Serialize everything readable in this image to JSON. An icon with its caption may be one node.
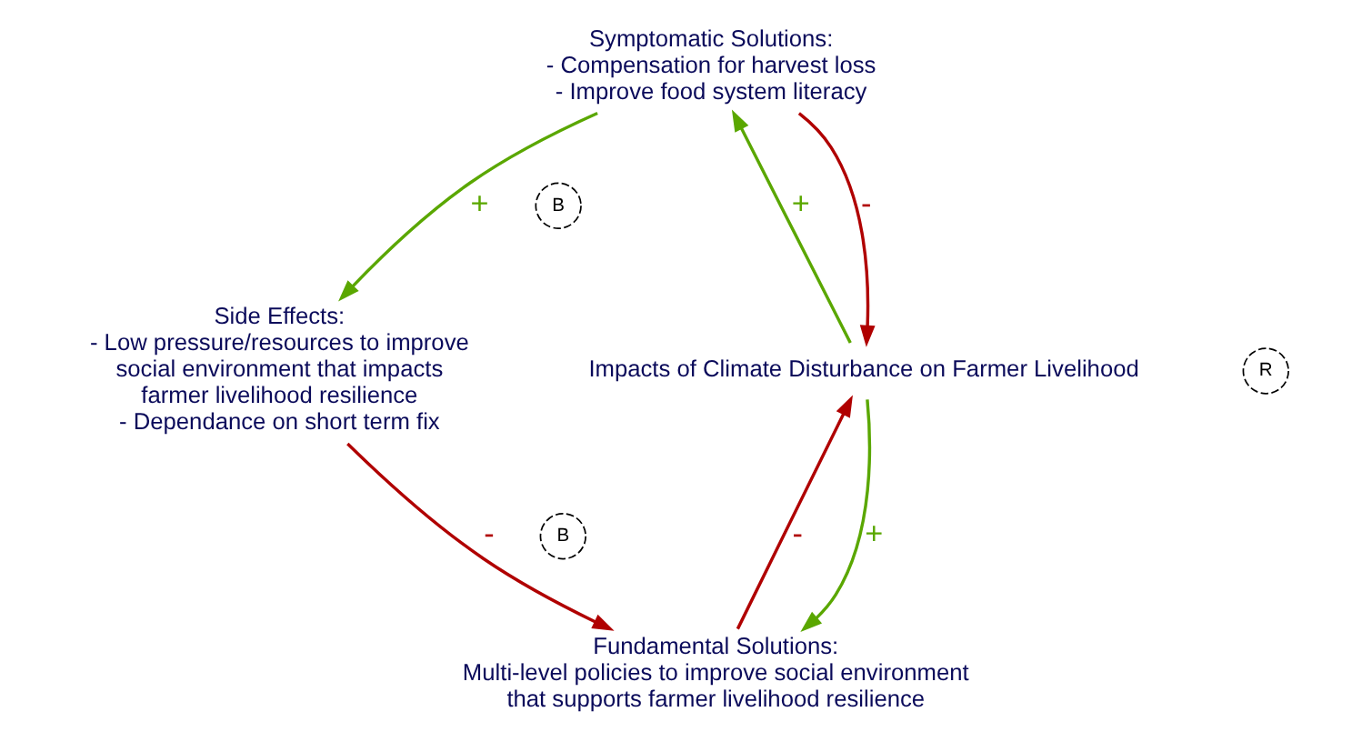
{
  "diagram": {
    "nodes": [
      {
        "text": [
          "Symptomatic Solutions:",
          "- Compensation for harvest loss",
          "- Improve food system literacy"
        ]
      },
      {
        "text": [
          "Impacts of Climate Disturbance on Farmer Livelihood"
        ]
      },
      {
        "text": [
          "Side Effects:",
          "- Low pressure/resources to improve social environment that impacts farmer livelihood resilience",
          "- Dependance on short term fix"
        ]
      },
      {
        "text": [
          "Fundamental Solutions:",
          "Multi-level policies to improve social environment that supports farmer livelihood resilience"
        ]
      }
    ],
    "edges": [
      {
        "from": 0,
        "to": 1,
        "arrow": "to",
        "label": "-",
        "color": "#b00000"
      },
      {
        "from": 1,
        "to": 0,
        "arrow": "to",
        "label": "+",
        "color": "#5aa700"
      },
      {
        "from": 0,
        "to": 2,
        "arrow": "to",
        "label": "+",
        "color": "#5aa700"
      },
      {
        "from": 1,
        "to": 3,
        "arrow": "to",
        "label": "+",
        "color": "#5aa700"
      },
      {
        "from": 3,
        "to": 1,
        "arrow": "to",
        "label": "-",
        "color": "#b00000"
      },
      {
        "from": 2,
        "to": 3,
        "arrow": "to",
        "label": "-",
        "color": "#b00000"
      }
    ],
    "labels": [
      "B",
      "R",
      "B"
    ]
  }
}
